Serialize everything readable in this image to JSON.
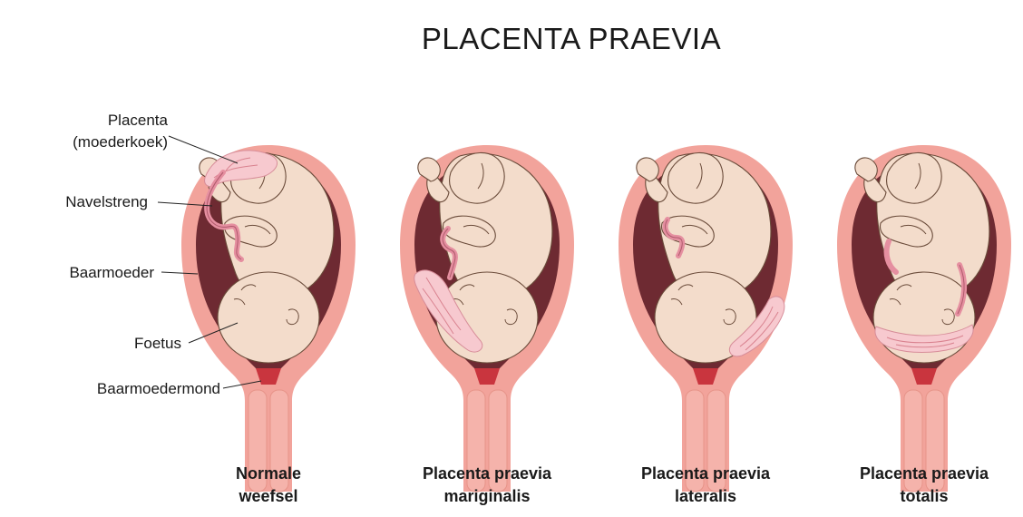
{
  "title": "PLACENTA PRAEVIA",
  "labels": {
    "placenta_line1": "Placenta",
    "placenta_line2": "(moederkoek)",
    "umbilical_cord": "Navelstreng",
    "uterus": "Baarmoeder",
    "fetus": "Foetus",
    "cervix": "Baarmoedermond"
  },
  "panels": [
    {
      "caption_line1": "Normale",
      "caption_line2": "weefsel",
      "placenta_position": "top"
    },
    {
      "caption_line1": "Placenta praevia",
      "caption_line2": "mariginalis",
      "placenta_position": "lower-left"
    },
    {
      "caption_line1": "Placenta praevia",
      "caption_line2": "lateralis",
      "placenta_position": "lower-right"
    },
    {
      "caption_line1": "Placenta praevia",
      "caption_line2": "totalis",
      "placenta_position": "bottom"
    }
  ],
  "colors": {
    "uterus_wall": "#f2a39b",
    "uterine_cavity": "#6e2a32",
    "fetus_skin": "#f3dccb",
    "placenta": "#f7c9cf",
    "cord": "#e58fa0",
    "cervix_plug": "#c9353e"
  }
}
